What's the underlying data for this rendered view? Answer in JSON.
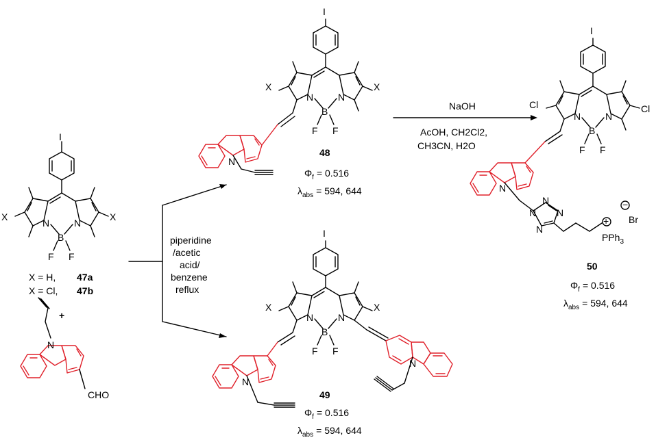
{
  "colors": {
    "bond": "#000000",
    "carbazole": "#e0202a"
  },
  "atoms": {
    "iodine": "I",
    "nitrogen": "N",
    "boron": "B",
    "fluorine": "F",
    "halogen_var": "X",
    "chlorine": "Cl",
    "aldehyde": "CHO",
    "plus": "+",
    "phosphonium": "PPh",
    "phosphonium_sub": "3",
    "bromide": "Br",
    "cation_charge": "+",
    "anion_charge": "−"
  },
  "compounds": {
    "c47": {
      "x_h_text": "X = H,",
      "x_h_id": "47a",
      "x_cl_text": "X = Cl,",
      "x_cl_id": "47b"
    },
    "c48": {
      "id": "48",
      "phi_symbol": "Φ",
      "phi_sub": "f",
      "phi_value": "= 0.516",
      "lambda_symbol": "λ",
      "lambda_sub": "abs",
      "lambda_value": "= 594, 644"
    },
    "c49": {
      "id": "49",
      "phi_symbol": "Φ",
      "phi_sub": "f",
      "phi_value": "= 0.516",
      "lambda_symbol": "λ",
      "lambda_sub": "abs",
      "lambda_value": "= 594, 644"
    },
    "c50": {
      "id": "50",
      "phi_symbol": "Φ",
      "phi_sub": "f",
      "phi_value": "= 0.516",
      "lambda_symbol": "λ",
      "lambda_sub": "abs",
      "lambda_value": "= 594, 644"
    }
  },
  "conditions": {
    "step1_lines": [
      "piperidine",
      "/acetic",
      "acid/",
      "benzene",
      "reflux"
    ],
    "step2_top": "NaOH",
    "step2_line2": "AcOH, CH2Cl2,",
    "step2_line3": "CH3CN, H2O"
  }
}
